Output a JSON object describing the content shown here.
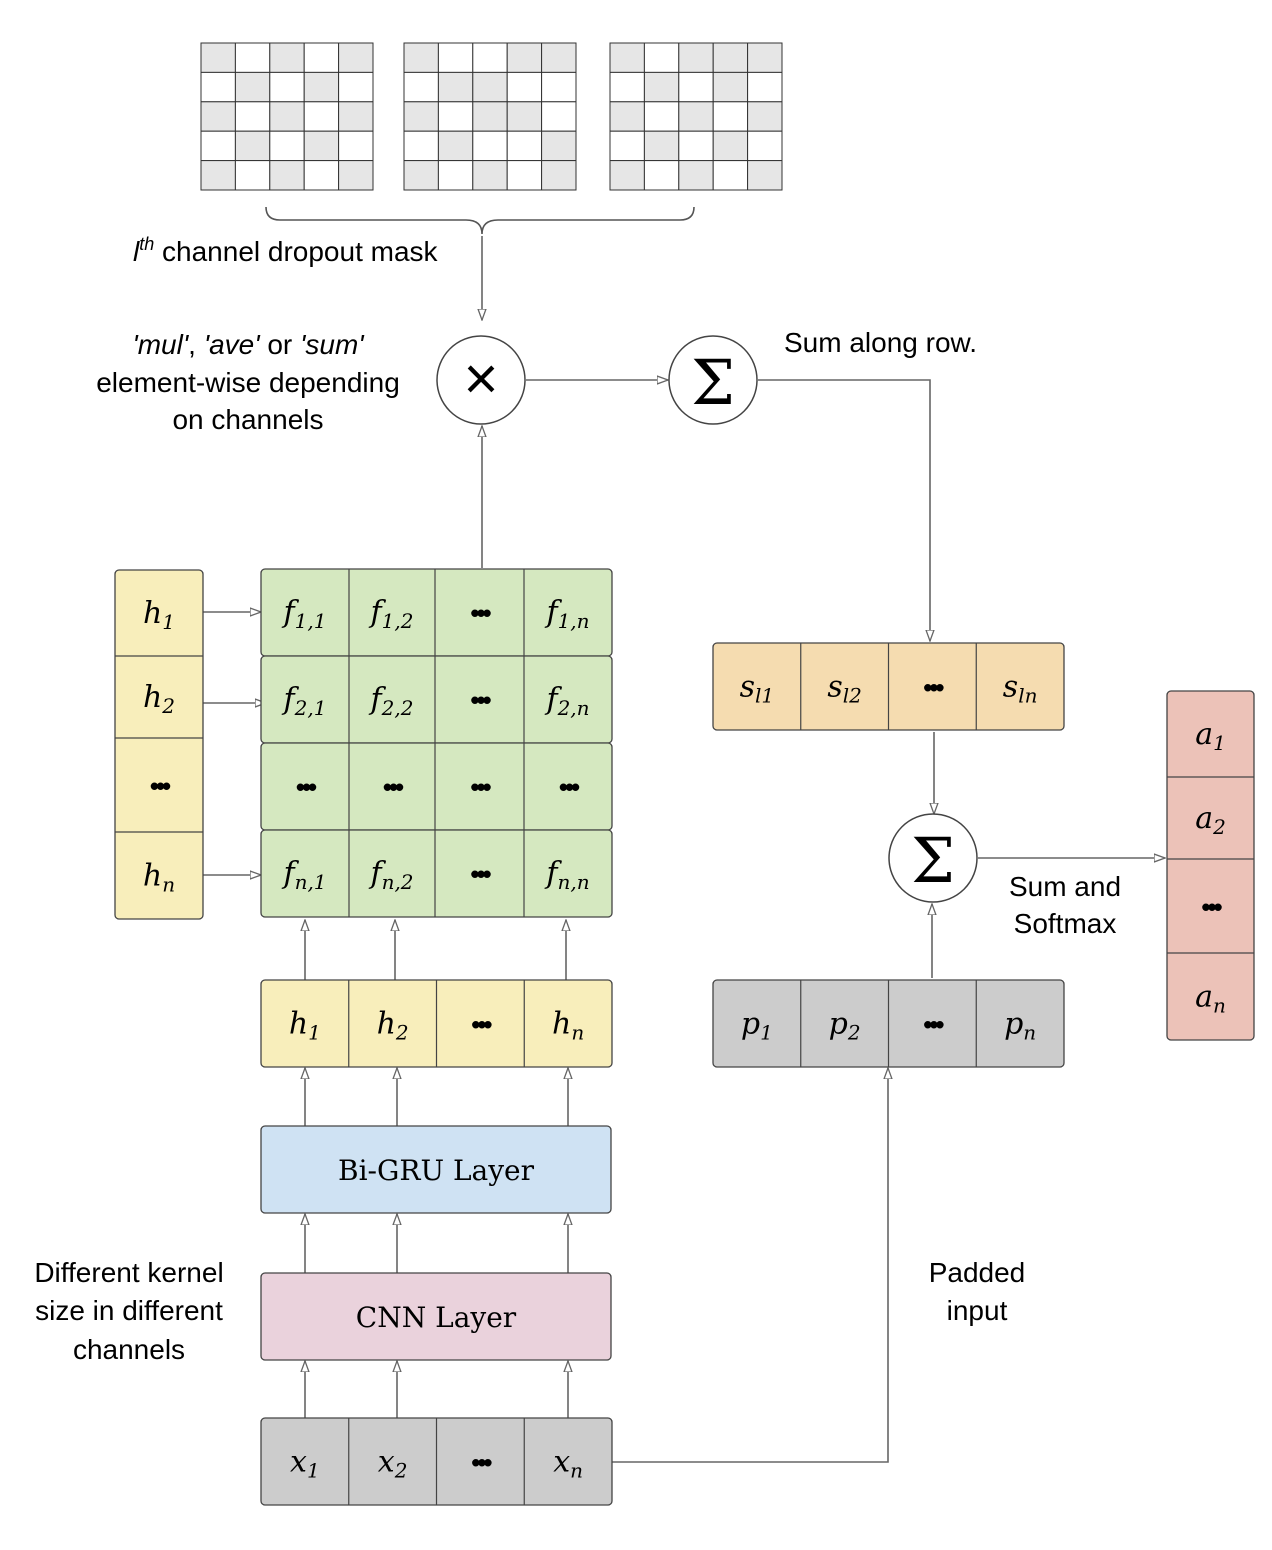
{
  "annotations": {
    "mask_label_base": "l",
    "mask_label_sup": "th",
    "mask_label_rest": " channel dropout mask",
    "op_line1_parts": [
      "'mul'",
      ", ",
      "'ave'",
      " or ",
      "'sum'"
    ],
    "op_line2": "element-wise depending",
    "op_line3": "on channels",
    "sum_row": "Sum along row.",
    "sum_softmax_line1": "Sum and",
    "sum_softmax_line2": "Softmax",
    "kernel_line1": "Different kernel",
    "kernel_line2": "size in different",
    "kernel_line3": "channels",
    "padded_line1": "Padded",
    "padded_line2": "input"
  },
  "operators": {
    "multiply": "×",
    "sum": "Σ"
  },
  "layers": {
    "bigru": "Bi-GRU Layer",
    "cnn": "CNN Layer"
  },
  "ellipsis": "•••",
  "h_column": [
    {
      "base": "h",
      "sub": "1"
    },
    {
      "base": "h",
      "sub": "2"
    },
    {
      "base": "•••",
      "sub": ""
    },
    {
      "base": "h",
      "sub": "n"
    }
  ],
  "f_grid": [
    [
      {
        "base": "f",
        "sub": "1,1"
      },
      {
        "base": "f",
        "sub": "1,2"
      },
      {
        "base": "•••",
        "sub": ""
      },
      {
        "base": "f",
        "sub": "1,n"
      }
    ],
    [
      {
        "base": "f",
        "sub": "2,1"
      },
      {
        "base": "f",
        "sub": "2,2"
      },
      {
        "base": "•••",
        "sub": ""
      },
      {
        "base": "f",
        "sub": "2,n"
      }
    ],
    [
      {
        "base": "•••",
        "sub": ""
      },
      {
        "base": "•••",
        "sub": ""
      },
      {
        "base": "•••",
        "sub": ""
      },
      {
        "base": "•••",
        "sub": ""
      }
    ],
    [
      {
        "base": "f",
        "sub": "n,1"
      },
      {
        "base": "f",
        "sub": "n,2"
      },
      {
        "base": "•••",
        "sub": ""
      },
      {
        "base": "f",
        "sub": "n,n"
      }
    ]
  ],
  "h_row": [
    {
      "base": "h",
      "sub": "1"
    },
    {
      "base": "h",
      "sub": "2"
    },
    {
      "base": "•••",
      "sub": ""
    },
    {
      "base": "h",
      "sub": "n"
    }
  ],
  "x_row": [
    {
      "base": "x",
      "sub": "1"
    },
    {
      "base": "x",
      "sub": "2"
    },
    {
      "base": "•••",
      "sub": ""
    },
    {
      "base": "x",
      "sub": "n"
    }
  ],
  "s_row": [
    {
      "base": "s",
      "sub": "l1"
    },
    {
      "base": "s",
      "sub": "l2"
    },
    {
      "base": "•••",
      "sub": ""
    },
    {
      "base": "s",
      "sub": "ln"
    }
  ],
  "p_row": [
    {
      "base": "p",
      "sub": "1"
    },
    {
      "base": "p",
      "sub": "2"
    },
    {
      "base": "•••",
      "sub": ""
    },
    {
      "base": "p",
      "sub": "n"
    }
  ],
  "a_column": [
    {
      "base": "a",
      "sub": "1"
    },
    {
      "base": "a",
      "sub": "2"
    },
    {
      "base": "•••",
      "sub": ""
    },
    {
      "base": "a",
      "sub": "n"
    }
  ],
  "masks": [
    [
      [
        1,
        0,
        1,
        0,
        1
      ],
      [
        0,
        1,
        0,
        1,
        0
      ],
      [
        1,
        0,
        1,
        0,
        1
      ],
      [
        0,
        1,
        0,
        1,
        0
      ],
      [
        1,
        0,
        1,
        0,
        1
      ]
    ],
    [
      [
        1,
        0,
        0,
        1,
        1
      ],
      [
        0,
        1,
        1,
        0,
        0
      ],
      [
        1,
        0,
        1,
        1,
        0
      ],
      [
        0,
        1,
        0,
        0,
        1
      ],
      [
        1,
        0,
        1,
        0,
        1
      ]
    ],
    [
      [
        1,
        0,
        1,
        1,
        1
      ],
      [
        0,
        1,
        0,
        1,
        0
      ],
      [
        1,
        0,
        1,
        0,
        1
      ],
      [
        0,
        1,
        0,
        1,
        0
      ],
      [
        1,
        0,
        1,
        0,
        1
      ]
    ]
  ],
  "colors": {
    "green": "#d5e8c0",
    "yellow": "#f8eebb",
    "orange": "#f5dcb0",
    "gray": "#cccccc",
    "red": "#ecc2b8",
    "blue": "#cfe2f3",
    "pink": "#ead2dc",
    "mask_on": "#e6e6e6",
    "mask_off": "#ffffff"
  }
}
